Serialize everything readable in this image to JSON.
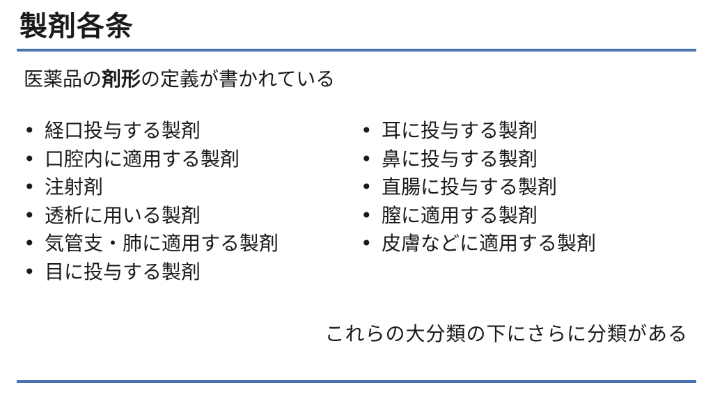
{
  "slide": {
    "title": "製剤各条",
    "subtitle": {
      "before": "医薬品の",
      "emphasis": "剤形",
      "after": "の定義が書かれている"
    },
    "bullet_symbol": "•",
    "left_items": [
      "経口投与する製剤",
      "口腔内に適用する製剤",
      "注射剤",
      "透析に用いる製剤",
      "気管支・肺に適用する製剤",
      "目に投与する製剤"
    ],
    "right_items": [
      "耳に投与する製剤",
      "鼻に投与する製剤",
      "直腸に投与する製剤",
      "膣に適用する製剤",
      "皮膚などに適用する製剤"
    ],
    "footer_note": "これらの大分類の下にさらに分類がある",
    "rule_color": "#4a72b0"
  }
}
